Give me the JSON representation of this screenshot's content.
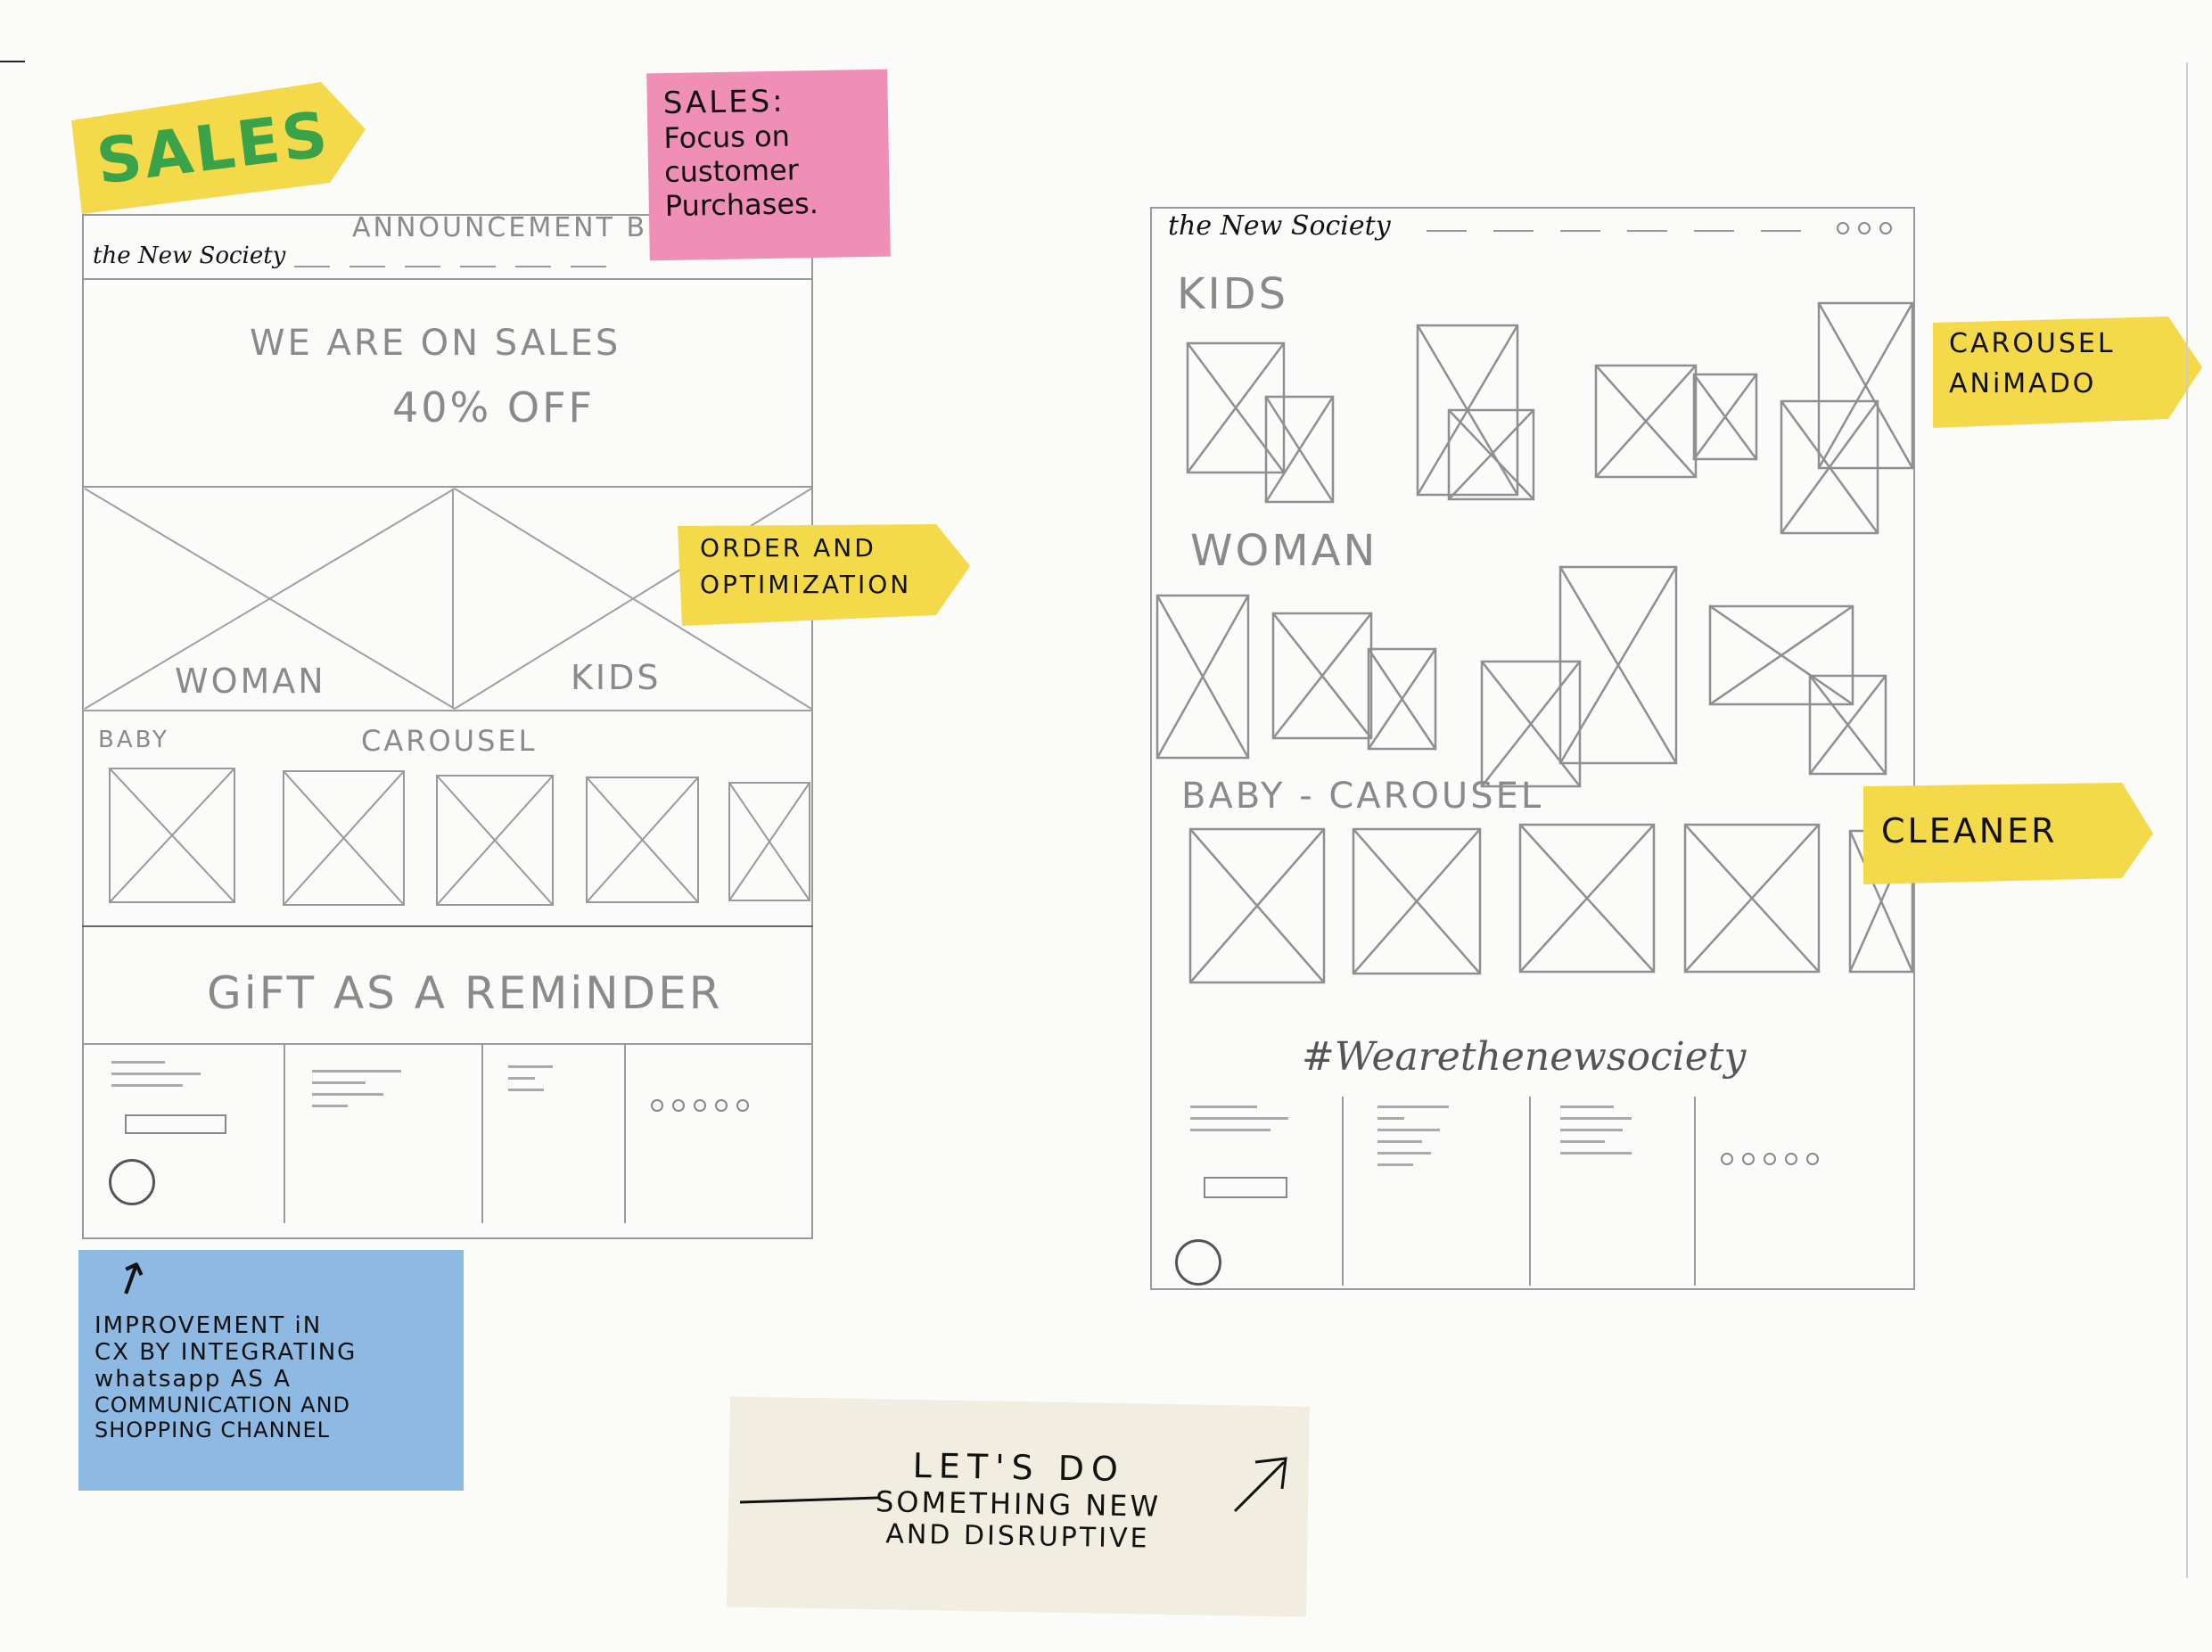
{
  "notes": {
    "sales_tag": "SALES",
    "sales_focus": [
      "SALES:",
      "Focus on",
      "customer",
      "Purchases."
    ],
    "order": [
      "ORDER AND",
      "OPTIMIZATION"
    ],
    "carousel_animado": [
      "CAROUSEL",
      "ANiMADO"
    ],
    "cleaner": "CLEANER",
    "improvement": [
      "IMPROVEMENT iN",
      "CX BY INTEGRATING",
      "whatsapp AS A",
      "COMMUNICATION AND",
      "SHOPPING CHANNEL"
    ],
    "lets_do": [
      "LET'S DO",
      "SOMETHING NEW",
      "AND DISRUPTIVE"
    ]
  },
  "left_wireframe": {
    "announcement": "ANNOUNCEMENT B",
    "logo": "the New Society",
    "hero_line1": "WE ARE ON SALES",
    "hero_line2": "40% OFF",
    "woman": "WOMAN",
    "kids": "KIDS",
    "baby": "BABY",
    "carousel": "CAROUSEL",
    "gift": "GiFT AS A REMiNDER"
  },
  "right_wireframe": {
    "logo": "the New Society",
    "kids": "KIDS",
    "woman": "WOMAN",
    "baby_carousel": "BABY  - CAROUSEL",
    "hashtag": "#Wearethenewsociety"
  },
  "colors": {
    "yellow_note": "#f4d94a",
    "pink_note": "#f08fb6",
    "blue_note": "#8db9e3",
    "cream_note": "#f1ede0",
    "green_text": "#3aa34a"
  }
}
